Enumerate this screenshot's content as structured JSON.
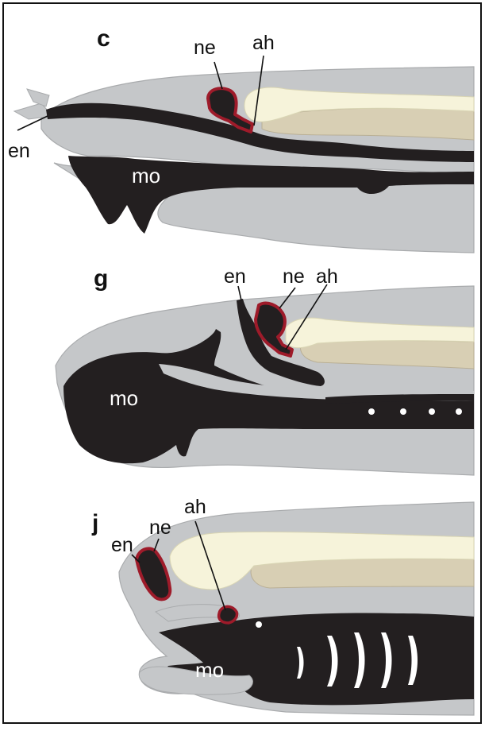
{
  "colors": {
    "tissue": "#c5c7c9",
    "tissue_edge": "#a9abad",
    "dark": "#231f20",
    "notochord": "#f6f3da",
    "muscle": "#d8cfb4",
    "adenohypophysis_outline": "#9e1b2a",
    "frame": "#111111"
  },
  "panels": [
    {
      "letter": "c",
      "labels": {
        "nasal_ectoderm": "ne",
        "adenohypophysis": "ah",
        "endoderm": "en",
        "mouth": "mo"
      }
    },
    {
      "letter": "g",
      "labels": {
        "endoderm": "en",
        "nasal_ectoderm": "ne",
        "adenohypophysis": "ah",
        "mouth": "mo"
      }
    },
    {
      "letter": "j",
      "labels": {
        "endoderm": "en",
        "nasal_ectoderm": "ne",
        "adenohypophysis": "ah",
        "mouth": "mo"
      }
    }
  ]
}
